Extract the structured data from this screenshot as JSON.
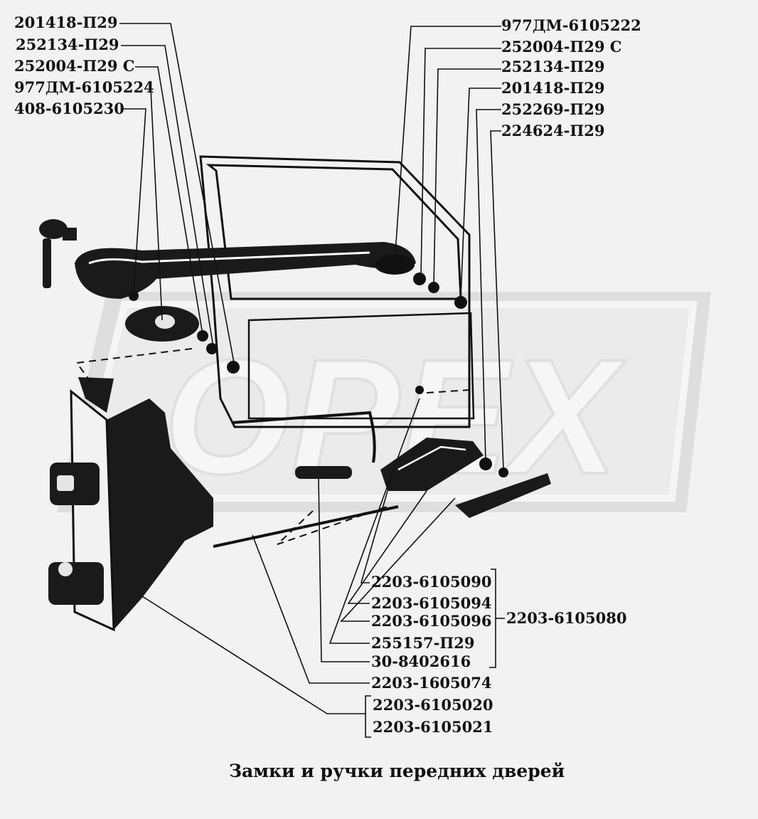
{
  "labels_left": [
    "201418-П29",
    "252134-П29",
    "252004-П29 С",
    "977ДМ-6105224",
    "408-6105230"
  ],
  "labels_right": [
    "977ДМ-6105222",
    "252004-П29 С",
    "252134-П29",
    "201418-П29",
    "252269-П29",
    "224624-П29"
  ],
  "labels_bottom": [
    "2203-6105090",
    "2203-6105094",
    "2203-6105096",
    "255157-П29",
    "30-8402616",
    "2203-1605074",
    "2203-6105020",
    "2203-6105021"
  ],
  "label_group": "2203-6105080",
  "watermark": "OPEX",
  "caption": "Замки и ручки передних дверей"
}
